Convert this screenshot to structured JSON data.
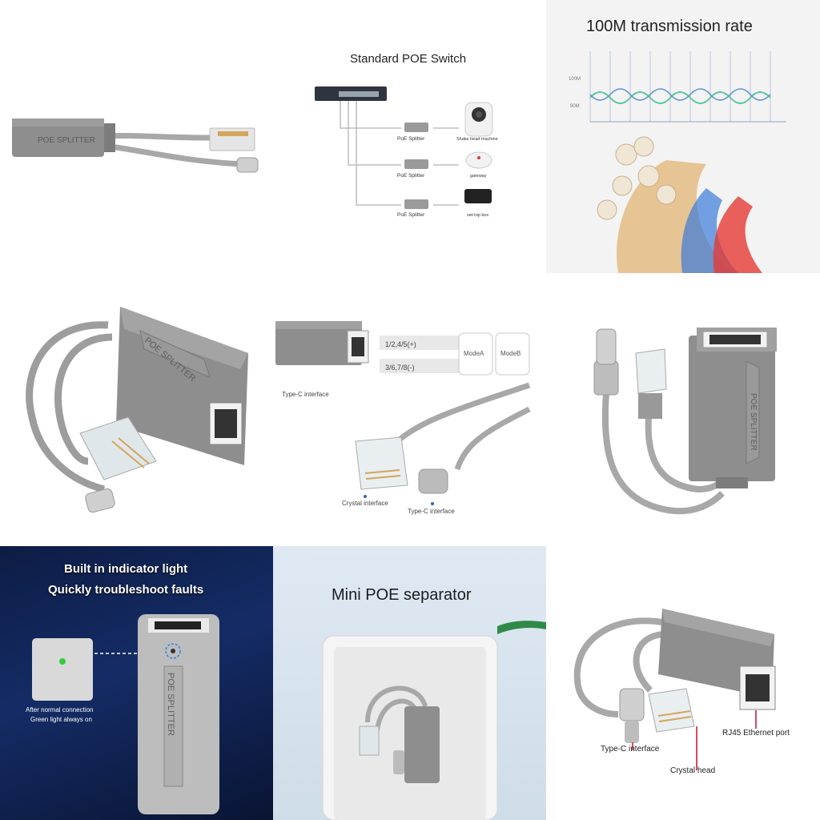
{
  "panel2": {
    "title": "Standard POE Switch",
    "splitter_labels": [
      "PoE Splitter",
      "PoE Splitter",
      "PoE Splitter"
    ],
    "device_labels": [
      "Shake head machine",
      "gateway",
      "set-top box"
    ]
  },
  "panel3": {
    "title": "100M transmission rate",
    "axis_labels": [
      "100M",
      "90M"
    ]
  },
  "panel4": {
    "splitter_text": "POE SPLITTER"
  },
  "panel5": {
    "pin_row1": "1/2,4/5(+)",
    "pin_row2": "3/6,7/8(-)",
    "mode_a": "ModeA",
    "mode_b": "ModeB",
    "label_typec_top": "Type-C interface",
    "label_crystal": "Crystal interface",
    "label_typec_bottom": "Type-C interface"
  },
  "panel6": {
    "splitter_text": "POE SPLITTER"
  },
  "panel7": {
    "headline1": "Built in indicator light",
    "headline2": "Quickly troubleshoot faults",
    "caption1": "After normal connection",
    "caption2": "Green light always on",
    "splitter_text": "POE SPLITTER"
  },
  "panel8": {
    "title": "Mini POE separator"
  },
  "panel9": {
    "label_typec": "Type-C interface",
    "label_crystal": "Crystal head",
    "label_rj45": "RJ45 Ethernet port"
  },
  "colors": {
    "body_gray": "#8e8e8e",
    "cable_gray": "#a8a8a8",
    "accent_red": "#c8102e",
    "led_green": "#2ecc40"
  }
}
